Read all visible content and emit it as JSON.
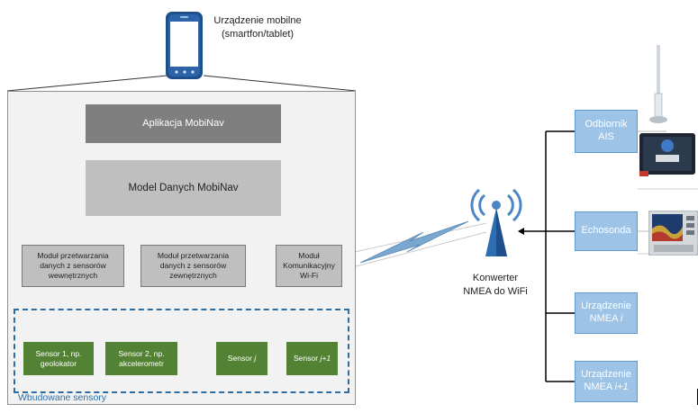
{
  "phone": {
    "label_line1": "Urządzenie mobilne",
    "label_line2": "(smartfon/tablet)"
  },
  "app": {
    "label": "Aplikacja MobiNav"
  },
  "model": {
    "label": "Model Danych MobiNav"
  },
  "modules": {
    "internal": {
      "line1": "Moduł przetwarzania",
      "line2": "danych z sensorów",
      "line3": "wewnętrznych"
    },
    "external": {
      "line1": "Moduł przetwarzania",
      "line2": "danych z sensorów",
      "line3": "zewnętrznych"
    },
    "wifi": {
      "line1": "Moduł",
      "line2": "Komunikacyjny",
      "line3": "Wi-Fi"
    }
  },
  "sensors": {
    "group_label": "Wbudowane sensory",
    "s1": {
      "line1": "Sensor 1, np.",
      "line2": "geolokator"
    },
    "s2": {
      "line1": "Sensor 2, np.",
      "line2": "akcelerometr"
    },
    "s3": {
      "prefix": "Sensor ",
      "index": "j"
    },
    "s4": {
      "prefix": "Sensor ",
      "index": "j+1"
    }
  },
  "converter": {
    "line1": "Konwerter",
    "line2": "NMEA do WiFi"
  },
  "devices": {
    "ais": {
      "line1": "Odbiornik",
      "line2": "AIS"
    },
    "echo": {
      "line1": "Echosonda"
    },
    "nmea_i": {
      "line1": "Urządzenie",
      "line2_prefix": "NMEA ",
      "line2_index": "i"
    },
    "nmea_i1": {
      "line1": "Urządzenie",
      "line2_prefix": "NMEA ",
      "line2_index": "i+1"
    }
  },
  "colors": {
    "app_box": "#7f7f7f",
    "model_box": "#bfbfbf",
    "sensor_box": "#548235",
    "device_box": "#9dc3e6",
    "dashed_border": "#2e6da4",
    "panel_bg": "#f2f2f2"
  }
}
